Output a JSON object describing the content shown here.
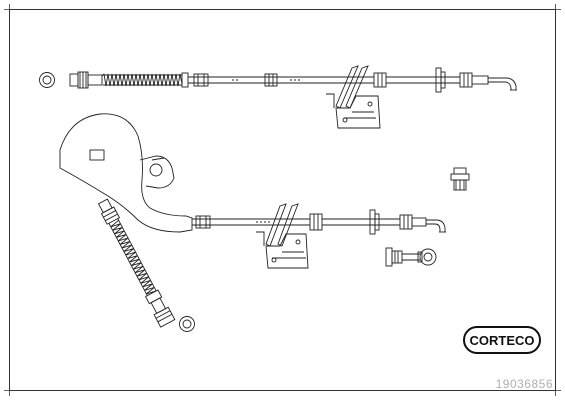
{
  "brand": {
    "name": "CORTECO"
  },
  "part_number": "19036856",
  "colors": {
    "stroke": "#222222",
    "frame": "#333333",
    "part_number_text": "#b0b0b0",
    "background": "#ffffff"
  },
  "components": [
    "brake-hose-upper",
    "brake-hose-lower",
    "mounting-bracket-upper",
    "mounting-bracket-lower",
    "union-bolt",
    "banjo-fitting",
    "sealing-washer-top",
    "sealing-washer-bottom",
    "hose-guard-plate"
  ]
}
